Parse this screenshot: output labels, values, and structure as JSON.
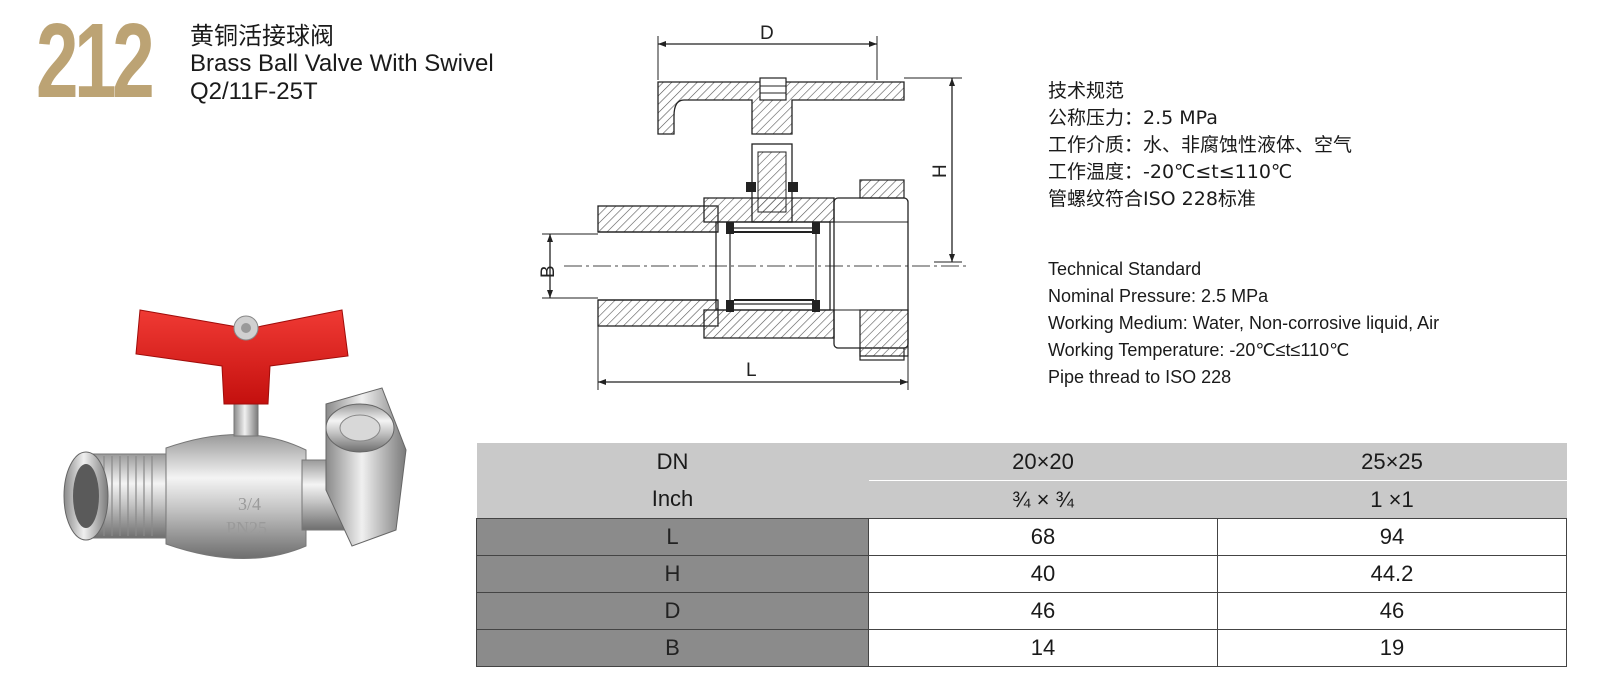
{
  "header": {
    "model_number": "212",
    "title_cn": "黄铜活接球阀",
    "title_en": "Brass Ball Valve With Swivel",
    "code": "Q2/11F-25T",
    "brand_color": "#bca374"
  },
  "drawing": {
    "labels": {
      "d": "D",
      "h": "H",
      "b": "B",
      "l": "L"
    }
  },
  "specs_cn": [
    "技术规范",
    "公称压力：2.5 MPa",
    "工作介质：水、非腐蚀性液体、空气",
    "工作温度：-20℃≤t≤110℃",
    "管螺纹符合ISO 228标准"
  ],
  "specs_en": [
    "Technical Standard",
    "Nominal Pressure:  2.5 MPa",
    "Working Medium:  Water, Non-corrosive liquid, Air",
    "Working Temperature:  -20℃≤t≤110℃",
    "Pipe thread to ISO 228"
  ],
  "photo": {
    "body_marking_1": "3/4",
    "body_marking_2": "PN25",
    "handle_color": "#e02020"
  },
  "table": {
    "header_rows": [
      [
        "DN",
        "20×20",
        "25×25"
      ],
      [
        "Inch",
        "¾ × ¾",
        "1  ×1"
      ]
    ],
    "rows": [
      [
        "L",
        "68",
        "94"
      ],
      [
        "H",
        "40",
        "44.2"
      ],
      [
        "D",
        "46",
        "46"
      ],
      [
        "B",
        "14",
        "19"
      ]
    ]
  }
}
